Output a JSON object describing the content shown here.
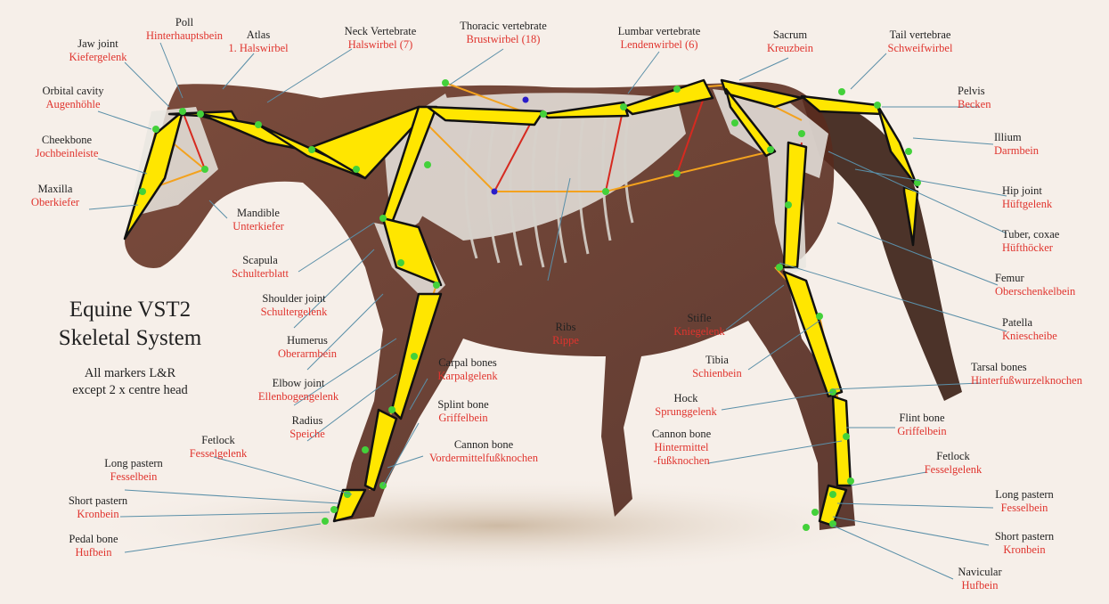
{
  "title": {
    "line1": "Equine VST2",
    "line2": "Skeletal System"
  },
  "subtitle": {
    "line1": "All markers L&R",
    "line2": "except 2 x centre head"
  },
  "labels": {
    "jaw_joint": {
      "en": "Jaw joint",
      "de": "Kiefergelenk"
    },
    "poll": {
      "en": "Poll",
      "de": "Hinterhauptsbein"
    },
    "atlas": {
      "en": "Atlas",
      "de": "1. Halswirbel"
    },
    "neck_vertebrate": {
      "en": "Neck Vertebrate",
      "de": "Halswirbel (7)"
    },
    "thoracic_vertebrate": {
      "en": "Thoracic vertebrate",
      "de": "Brustwirbel (18)"
    },
    "lumbar_vertebrate": {
      "en": "Lumbar vertebrate",
      "de": "Lendenwirbel (6)"
    },
    "sacrum": {
      "en": "Sacrum",
      "de": "Kreuzbein"
    },
    "tail_vertebrae": {
      "en": "Tail vertebrae",
      "de": "Schweifwirbel"
    },
    "orbital_cavity": {
      "en": "Orbital cavity",
      "de": "Augenhöhle"
    },
    "cheekbone": {
      "en": "Cheekbone",
      "de": "Jochbeinleiste"
    },
    "maxilla": {
      "en": "Maxilla",
      "de": "Oberkiefer"
    },
    "mandible": {
      "en": "Mandible",
      "de": "Unterkiefer"
    },
    "scapula": {
      "en": "Scapula",
      "de": "Schulterblatt"
    },
    "shoulder_joint": {
      "en": "Shoulder joint",
      "de": "Schultergelenk"
    },
    "humerus": {
      "en": "Humerus",
      "de": "Oberarmbein"
    },
    "elbow_joint": {
      "en": "Elbow joint",
      "de": "Ellenbogengelenk"
    },
    "radius": {
      "en": "Radius",
      "de": "Speiche"
    },
    "carpal_bones": {
      "en": "Carpal bones",
      "de": "Karpalgelenk"
    },
    "splint_bone": {
      "en": "Splint bone",
      "de": "Griffelbein"
    },
    "cannon_bone_front": {
      "en": "Cannon bone",
      "de": "Vordermittelfußknochen"
    },
    "fetlock_front": {
      "en": "Fetlock",
      "de": "Fesselgelenk"
    },
    "long_pastern_front": {
      "en": "Long pastern",
      "de": "Fesselbein"
    },
    "short_pastern_front": {
      "en": "Short pastern",
      "de": "Kronbein"
    },
    "pedal_bone": {
      "en": "Pedal bone",
      "de": "Hufbein"
    },
    "ribs": {
      "en": "Ribs",
      "de": "Rippe"
    },
    "stifle": {
      "en": "Stifle",
      "de": "Kniegelenk"
    },
    "tibia": {
      "en": "Tibia",
      "de": "Schienbein"
    },
    "hock": {
      "en": "Hock",
      "de": "Sprunggelenk"
    },
    "cannon_bone_hind": {
      "en": "Cannon bone",
      "de1": "Hintermittel",
      "de2": "-fußknochen"
    },
    "pelvis": {
      "en": "Pelvis",
      "de": "Becken"
    },
    "illium": {
      "en": "Illium",
      "de": "Darmbein"
    },
    "hip_joint": {
      "en": "Hip joint",
      "de": "Hüftgelenk"
    },
    "tuber_coxae": {
      "en": "Tuber, coxae",
      "de": "Hüfthöcker"
    },
    "femur": {
      "en": "Femur",
      "de": "Oberschenkelbein"
    },
    "patella": {
      "en": "Patella",
      "de": "Kniescheibe"
    },
    "tarsal_bones": {
      "en": "Tarsal bones",
      "de": "Hinterfußwurzelknochen"
    },
    "flint_bone": {
      "en": "Flint bone",
      "de": "Griffelbein"
    },
    "fetlock_hind": {
      "en": "Fetlock",
      "de": "Fesselgelenk"
    },
    "long_pastern_hind": {
      "en": "Long pastern",
      "de": "Fesselbein"
    },
    "short_pastern_hind": {
      "en": "Short pastern",
      "de": "Kronbein"
    },
    "navicular": {
      "en": "Navicular",
      "de": "Hufbein"
    }
  },
  "colors": {
    "background": "#f6efe9",
    "horse_body": "#5a2c1e",
    "skeleton": "#e9e6e1",
    "segment_fill": "#ffe600",
    "segment_stroke": "#111111",
    "marker": "#43d13a",
    "marker_center": "#2a1cc9",
    "link_orange": "#f3a21e",
    "link_red": "#d62a20",
    "english_text": "#222222",
    "german_text": "#e0342e",
    "leader_line": "#5a8fa8"
  }
}
